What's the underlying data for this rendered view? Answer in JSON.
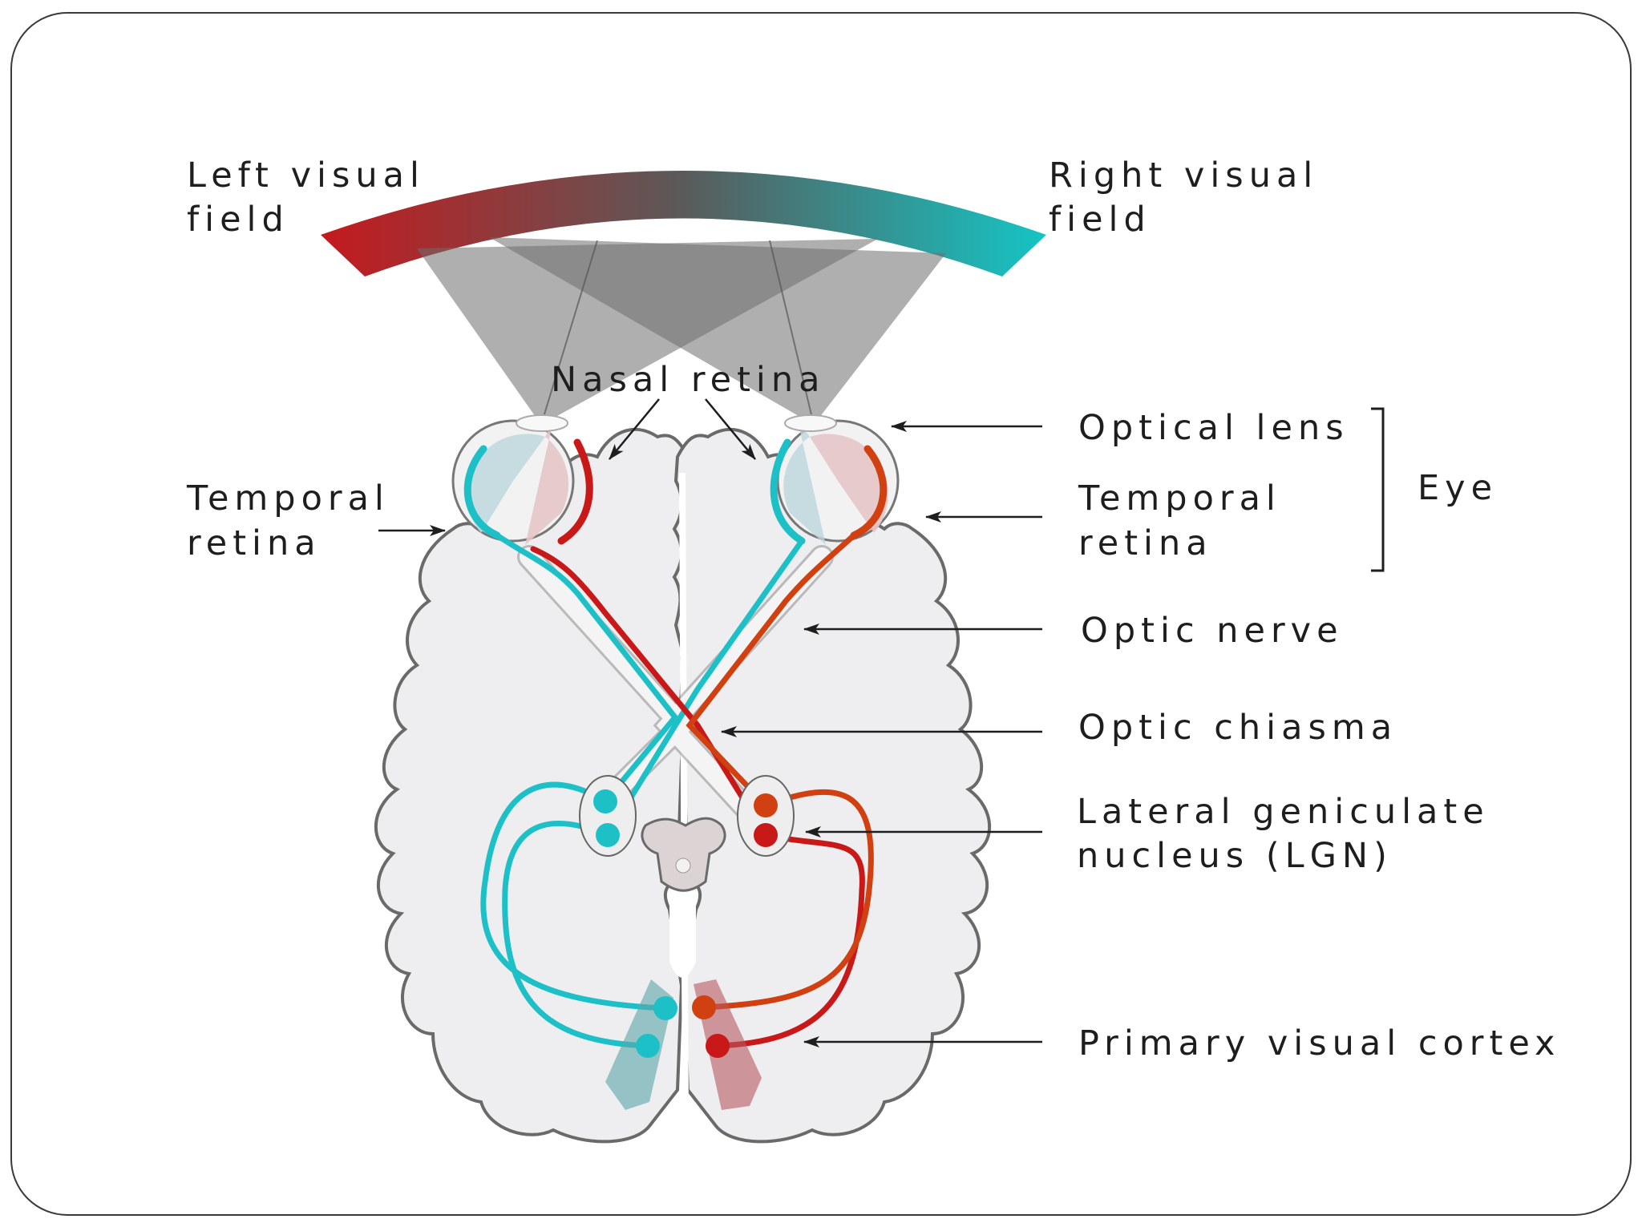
{
  "labels": {
    "left_visual_field": [
      "Left visual",
      "field"
    ],
    "right_visual_field": [
      "Right visual",
      "field"
    ],
    "nasal_retina": "Nasal retina",
    "temporal_retina_left": [
      "Temporal",
      "retina"
    ],
    "optical_lens": "Optical lens",
    "temporal_retina_right": [
      "Temporal",
      "retina"
    ],
    "eye": "Eye",
    "optic_nerve": "Optic nerve",
    "optic_chiasma": "Optic chiasma",
    "lgn": [
      "Lateral geniculate",
      "nucleus (LGN)"
    ],
    "primary_visual_cortex": "Primary visual cortex"
  },
  "colors": {
    "left_field": "#c41a1e",
    "right_field": "#15c4c4",
    "field_mid": "#5a5a5a",
    "cyan_pathway": "#1ec0c8",
    "red_pathway": "#c81818",
    "orange_pathway": "#d04010",
    "brain_fill": "#eeeef0",
    "brain_outline": "#6a6a6a",
    "cone_fill": "#6e6e6e"
  }
}
